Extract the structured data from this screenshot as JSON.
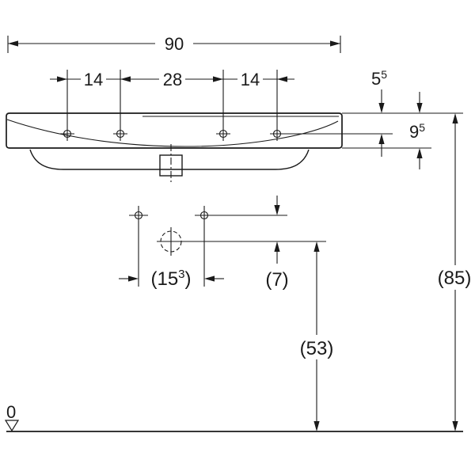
{
  "drawing": {
    "type": "washbasin-technical-dimension-drawing",
    "colors": {
      "line_color": "#1a1a1a",
      "background": "#ffffff"
    },
    "dims": {
      "total_width": "90",
      "tap_left": "14",
      "tap_center": "28",
      "tap_right": "14",
      "edge_to_tap": {
        "main": "5",
        "sup": "5"
      },
      "rim_height": {
        "main": "9",
        "sup": "5"
      },
      "fixing_span": {
        "pre": "(15",
        "sup": "3",
        "post": ")"
      },
      "fixing_to_outlet": "(7)",
      "outlet_height": "(53)",
      "top_height": "(85)",
      "datum_zero": "0"
    }
  }
}
